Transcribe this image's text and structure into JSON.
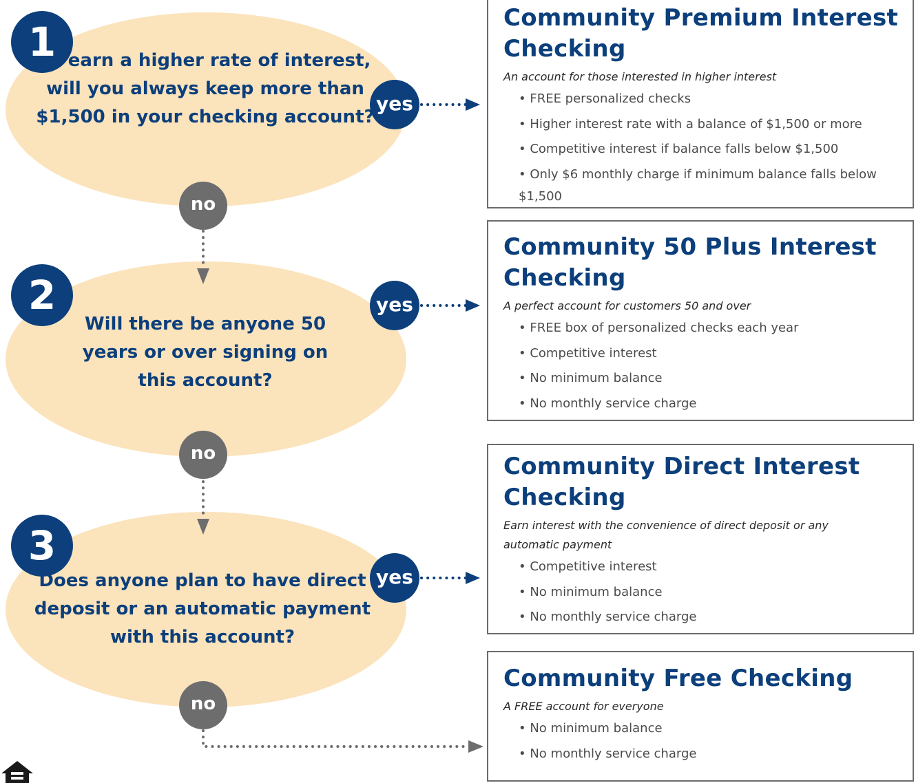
{
  "questions": [
    {
      "number": "1",
      "text": "To earn a higher rate of interest, will you always keep more than $1,500 in your checking account?",
      "yes": "yes",
      "no": "no"
    },
    {
      "number": "2",
      "text": "Will there be anyone 50 years or over signing on this account?",
      "yes": "yes",
      "no": "no"
    },
    {
      "number": "3",
      "text": "Does anyone plan to have direct deposit or an automatic payment with this account?",
      "yes": "yes",
      "no": "no"
    }
  ],
  "accounts": [
    {
      "title": "Community Premium Interest Checking",
      "subtitle": "An account for those interested in higher interest",
      "features": [
        "• FREE personalized checks",
        "• Higher interest rate with a balance of $1,500 or more",
        "• Competitive interest if balance falls below $1,500",
        "• Only $6 monthly charge if minimum balance falls below $1,500"
      ]
    },
    {
      "title": "Community 50 Plus Interest Checking",
      "subtitle": "A perfect account for customers 50 and over",
      "features": [
        "• FREE box of personalized checks each year",
        "• Competitive interest",
        "• No minimum balance",
        "• No monthly service charge"
      ]
    },
    {
      "title": "Community Direct Interest Checking",
      "subtitle": "Earn interest with the convenience of direct deposit or any automatic payment",
      "features": [
        "• Competitive interest",
        "• No minimum balance",
        "• No monthly service charge"
      ]
    },
    {
      "title": "Community Free Checking",
      "subtitle": "A FREE account for everyone",
      "features": [
        "• No minimum balance",
        "• No monthly service charge"
      ]
    }
  ],
  "colors": {
    "navy": "#0c3f7b",
    "peach": "#fbe3bc",
    "gray_badge": "#6d6d6e",
    "border": "#6b6b6b",
    "feature_text": "#4b4b4b"
  },
  "icons": [
    "equal-housing-icon",
    "arrow-right-icon",
    "arrow-down-icon"
  ]
}
